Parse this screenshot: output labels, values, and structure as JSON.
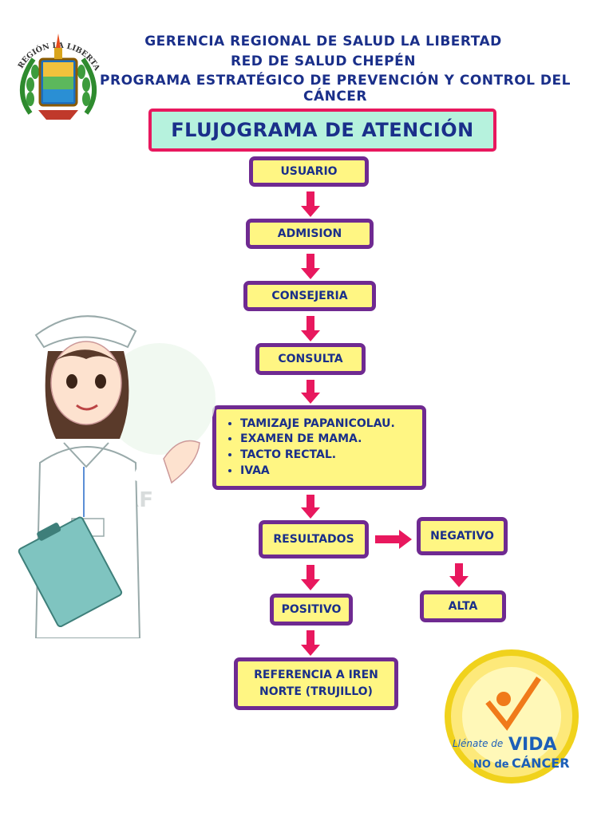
{
  "header": {
    "line1": "GERENCIA REGIONAL DE SALUD LA LIBERTAD",
    "line2": "RED DE SALUD CHEPÉN",
    "line3": "PROGRAMA ESTRATÉGICO DE PREVENCIÓN Y CONTROL DEL CÁNCER"
  },
  "logo": {
    "arc_text": "REGIÓN LA LIBERTAD"
  },
  "title": "FLUJOGRAMA DE ATENCIÓN",
  "nodes": {
    "usuario": "USUARIO",
    "admision": "ADMISION",
    "consejeria": "CONSEJERIA",
    "consulta": "CONSULTA",
    "tests": [
      "TAMIZAJE PAPANICOLAU.",
      "EXAMEN DE MAMA.",
      "TACTO RECTAL.",
      "IVAA"
    ],
    "resultados": "RESULTADOS",
    "negativo": "NEGATIVO",
    "positivo": "POSITIVO",
    "alta": "ALTA",
    "referencia_line1": "REFERENCIA A IREN",
    "referencia_line2": "NORTE (TRUJILLO)"
  },
  "watermark": "123RF",
  "badge": {
    "line1": "Llénate de",
    "word_vida": "VIDA",
    "line2": "NO de",
    "word_cancer": "CÁNCER"
  },
  "colors": {
    "node_fill": "#fff683",
    "node_border": "#6f2a91",
    "arrow": "#e8185e",
    "title_fill": "#b6f2dd",
    "text": "#1a2f8a"
  }
}
